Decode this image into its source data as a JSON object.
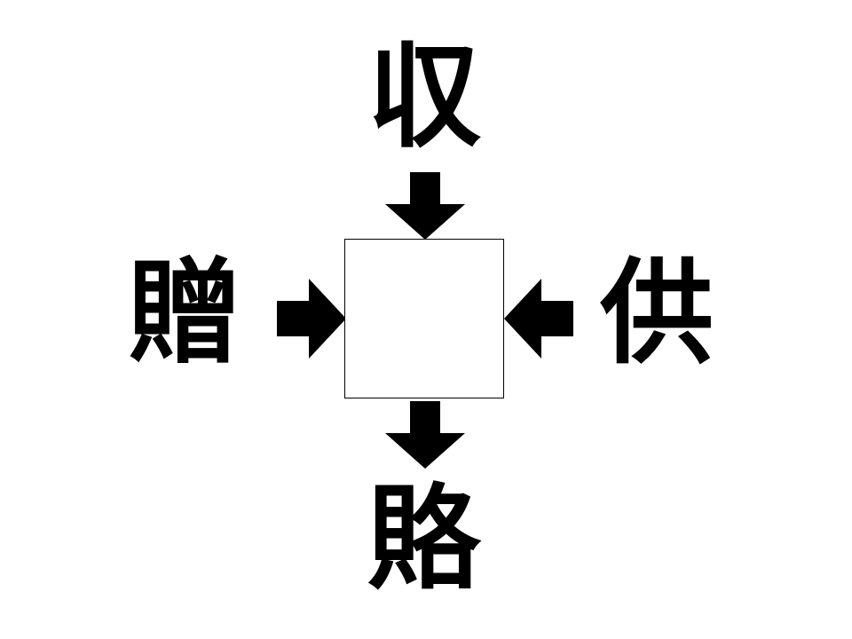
{
  "puzzle": {
    "top_kanji": "収",
    "left_kanji": "贈",
    "right_kanji": "供",
    "bottom_kanji": "賂",
    "answer": ""
  }
}
